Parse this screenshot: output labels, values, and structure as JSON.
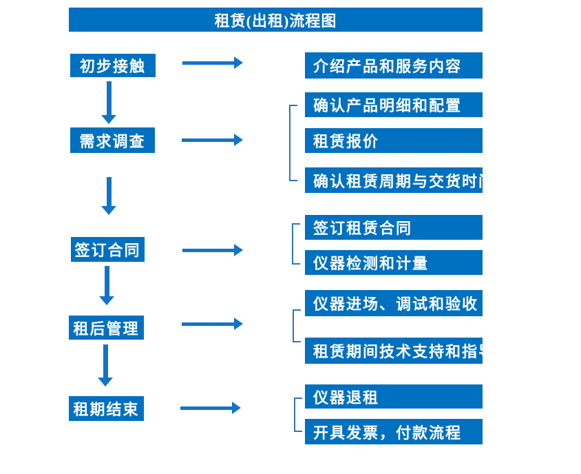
{
  "title": "租赁(出租)流程图",
  "colors": {
    "box_blue": "#0070C0",
    "arrow_blue": "#1274C8",
    "bracket_blue": "#2E75B6",
    "text_white": "#FFFFFF",
    "background": "#FFFFFF"
  },
  "steps": [
    {
      "label": "初步接触",
      "details": [
        "介绍产品和服务内容"
      ]
    },
    {
      "label": "需求调查",
      "details": [
        "确认产品明细和配置",
        "租赁报价",
        "确认租赁周期与交货时间"
      ]
    },
    {
      "label": "签订合同",
      "details": [
        "签订租赁合同",
        "仪器检测和计量"
      ]
    },
    {
      "label": "租后管理",
      "details": [
        "仪器进场、调试和验收",
        "租赁期间技术支持和指导"
      ]
    },
    {
      "label": "租期结束",
      "details": [
        "仪器退租",
        "开具发票，付款流程"
      ]
    }
  ]
}
